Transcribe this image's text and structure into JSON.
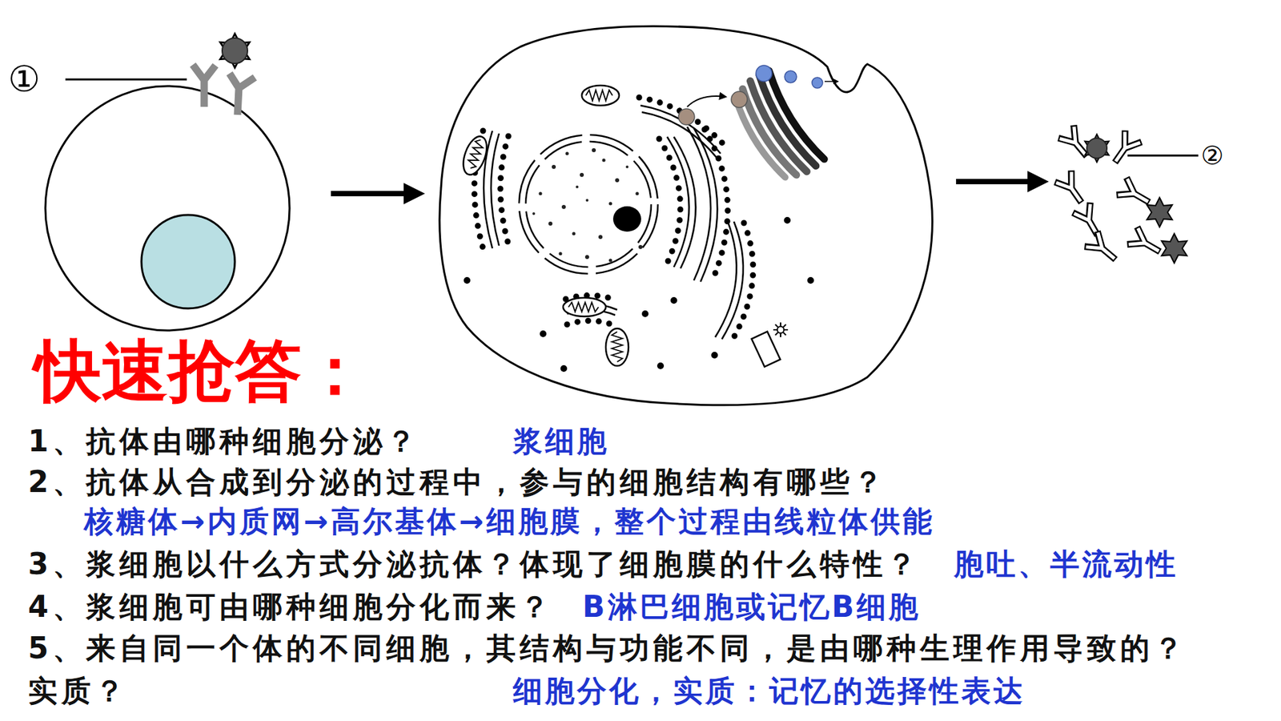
{
  "diagram": {
    "title": "快速抢答：",
    "labels": [
      "①",
      "②",
      "1、抗体由哪种细胞分泌？",
      "浆细胞",
      "2、抗体从合成到分泌的过程中，参与的细胞结构有哪些？",
      "核糖体→内质网→高尔基体→细胞膜，整个过程由线粒体供能",
      "3、浆细胞以什么方式分泌抗体？体现了细胞膜的什么特性？",
      "胞吐、半流动性",
      "4、浆细胞可由哪种细胞分化而来？",
      "B淋巴细胞或记忆B细胞",
      "5、来自同一个体的不同细胞，其结构与功能不同，是由哪种生理作用导致的？实质？",
      "细胞分化，实质：记忆的选择性表达"
    ]
  }
}
